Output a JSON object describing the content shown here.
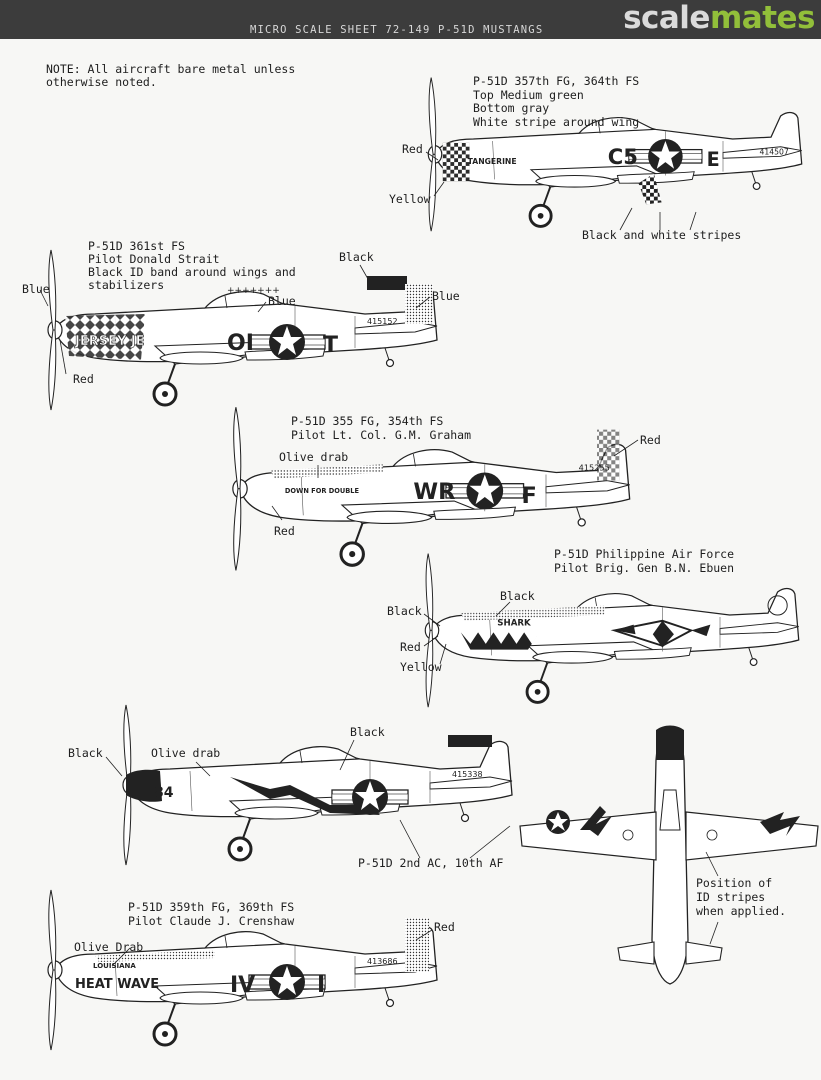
{
  "header": {
    "sheet_title": "MICRO SCALE SHEET 72-149 P-51D MUSTANGS",
    "watermark_scale": "scale",
    "watermark_mates": "mates"
  },
  "note": [
    "NOTE: All aircraft bare metal unless",
    "otherwise noted."
  ],
  "aircraft": [
    {
      "caption": [
        "P-51D 357th FG, 364th FS",
        "Top Medium green",
        "Bottom gray",
        "White stripe around wing"
      ],
      "serial": "414507",
      "code_left": "C5",
      "code_right": "E",
      "nose_art": "TANGERINE",
      "labels": [
        "Red",
        "Yellow",
        "Black and white stripes"
      ]
    },
    {
      "caption": [
        "P-51D  361st FS",
        "Pilot Donald Strait",
        "Black ID band around wings and",
        "stabilizers"
      ],
      "serial": "415152",
      "code_left": "OI",
      "code_right": "T",
      "nose_art": "JERSEY JE",
      "marks": "+++++++",
      "labels": [
        "Blue",
        "Red",
        "Blue",
        "Black",
        "Blue"
      ]
    },
    {
      "caption": [
        "P-51D 355 FG, 354th FS",
        "Pilot Lt. Col. G.M. Graham"
      ],
      "serial": "415255",
      "code_left": "WR",
      "code_right": "F",
      "nose_art": "DOWN FOR DOUBLE",
      "labels": [
        "Olive drab",
        "Red",
        "Red"
      ]
    },
    {
      "caption": [
        "P-51D Philippine Air Force",
        "Pilot Brig. Gen B.N. Ebuen"
      ],
      "nose_art": "SHARK",
      "labels": [
        "Black",
        "Black",
        "Red",
        "Yellow"
      ]
    },
    {
      "caption": [
        "P-51D 2nd AC, 10th AF"
      ],
      "serial": "415338",
      "code_left": "84",
      "labels": [
        "Black",
        "Olive drab",
        "Black"
      ]
    },
    {
      "caption": [
        "P-51D 359th FG, 369th FS",
        "Pilot Claude J. Crenshaw"
      ],
      "serial": "413686",
      "code_left": "IV",
      "code_right": "I",
      "nose_art": "LOUISIANA",
      "nose_art2": "HEAT WAVE",
      "labels": [
        "Olive Drab",
        "Red"
      ]
    }
  ],
  "planform": {
    "caption": [
      "Position of",
      "ID stripes",
      "when applied."
    ]
  },
  "colors": {
    "header": "#3c3c3c",
    "ink": "#1e1e1e",
    "paper": "#f7f7f5",
    "watermark_accent": "#9acb3a"
  }
}
